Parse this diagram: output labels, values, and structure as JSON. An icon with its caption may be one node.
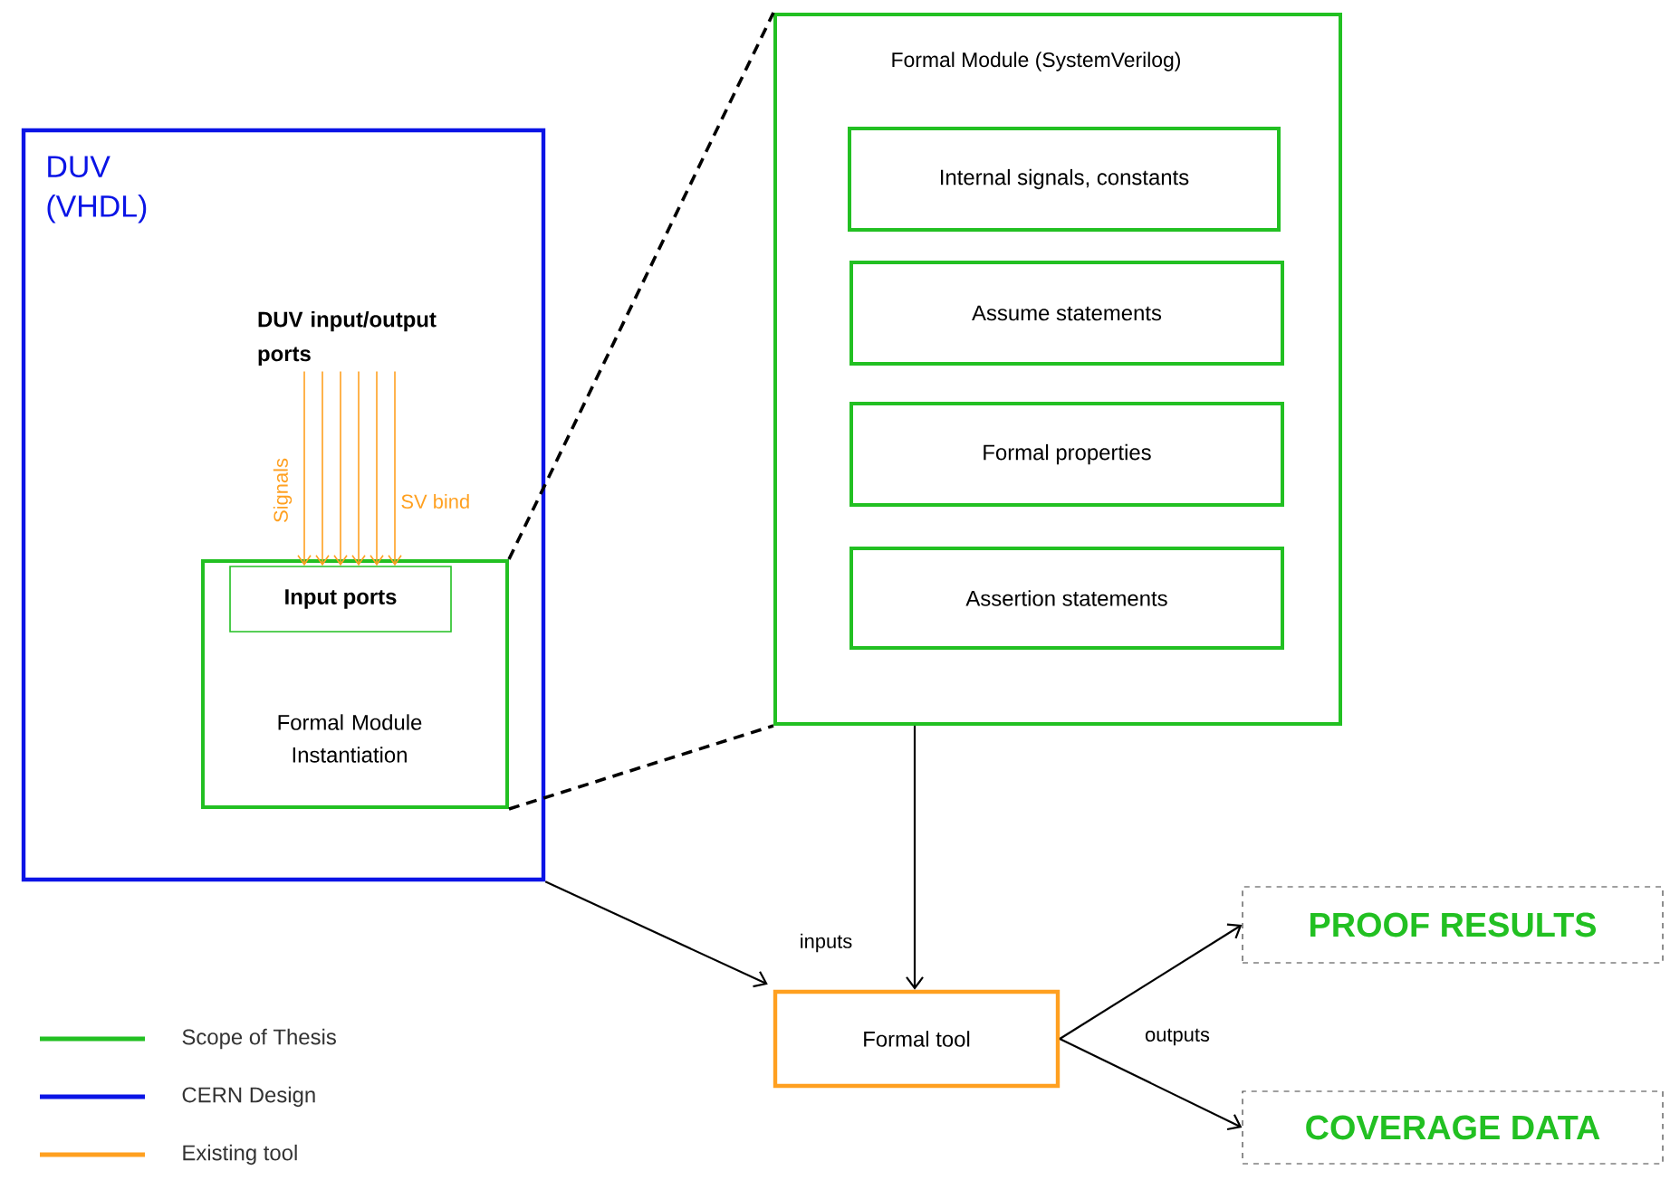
{
  "diagram": {
    "nodes": [
      {
        "text": [
          "DUV (VHDL)"
        ]
      },
      {
        "text": [
          "DUV input/output ports"
        ],
        "in": 0
      },
      {
        "text": [
          "Formal Module Instantiation"
        ],
        "in": 0
      },
      {
        "text": [
          "Input ports"
        ],
        "in": 2
      },
      {
        "text": [
          "Formal Module (SystemVerilog)"
        ]
      },
      {
        "text": [
          "Internal signals, constants"
        ],
        "in": 4
      },
      {
        "text": [
          "Assume statements"
        ],
        "in": 4
      },
      {
        "text": [
          "Formal properties"
        ],
        "in": 4
      },
      {
        "text": [
          "Assertion statements"
        ],
        "in": 4
      },
      {
        "text": [
          "Formal tool"
        ]
      },
      {
        "text": [
          "PROOF RESULTS"
        ]
      },
      {
        "text": [
          "COVERAGE DATA"
        ]
      }
    ],
    "edges": [
      {
        "from": 1,
        "to": 3,
        "arrow": "to",
        "color": "#ffa020",
        "label": "Signals"
      },
      {
        "from": 1,
        "to": 3,
        "arrow": "to",
        "color": "#ffa020"
      },
      {
        "from": 1,
        "to": 3,
        "arrow": "to",
        "color": "#ffa020"
      },
      {
        "from": 1,
        "to": 3,
        "arrow": "to",
        "color": "#ffa020"
      },
      {
        "from": 1,
        "to": 3,
        "arrow": "to",
        "color": "#ffa020"
      },
      {
        "from": 1,
        "to": 3,
        "arrow": "to",
        "color": "#ffa020",
        "label": "SV bind"
      },
      {
        "from": 2,
        "to": 4,
        "arrow": "none",
        "style": "dashed",
        "color": "#000000"
      },
      {
        "from": 2,
        "to": 4,
        "arrow": "none",
        "style": "dashed",
        "color": "#000000"
      },
      {
        "from": 0,
        "to": 9,
        "arrow": "to",
        "label": "inputs",
        "color": "#000000"
      },
      {
        "from": 4,
        "to": 9,
        "arrow": "to",
        "color": "#000000"
      },
      {
        "from": 9,
        "to": 10,
        "arrow": "to",
        "label": "outputs",
        "color": "#000000"
      },
      {
        "from": 9,
        "to": 11,
        "arrow": "to",
        "color": "#000000"
      }
    ],
    "legend": [
      {
        "text": "Scope of Thesis",
        "color": "#22c022"
      },
      {
        "text": "CERN Design",
        "color": "#0a14e6"
      },
      {
        "text": "Existing tool",
        "color": "#ffa020"
      }
    ]
  }
}
